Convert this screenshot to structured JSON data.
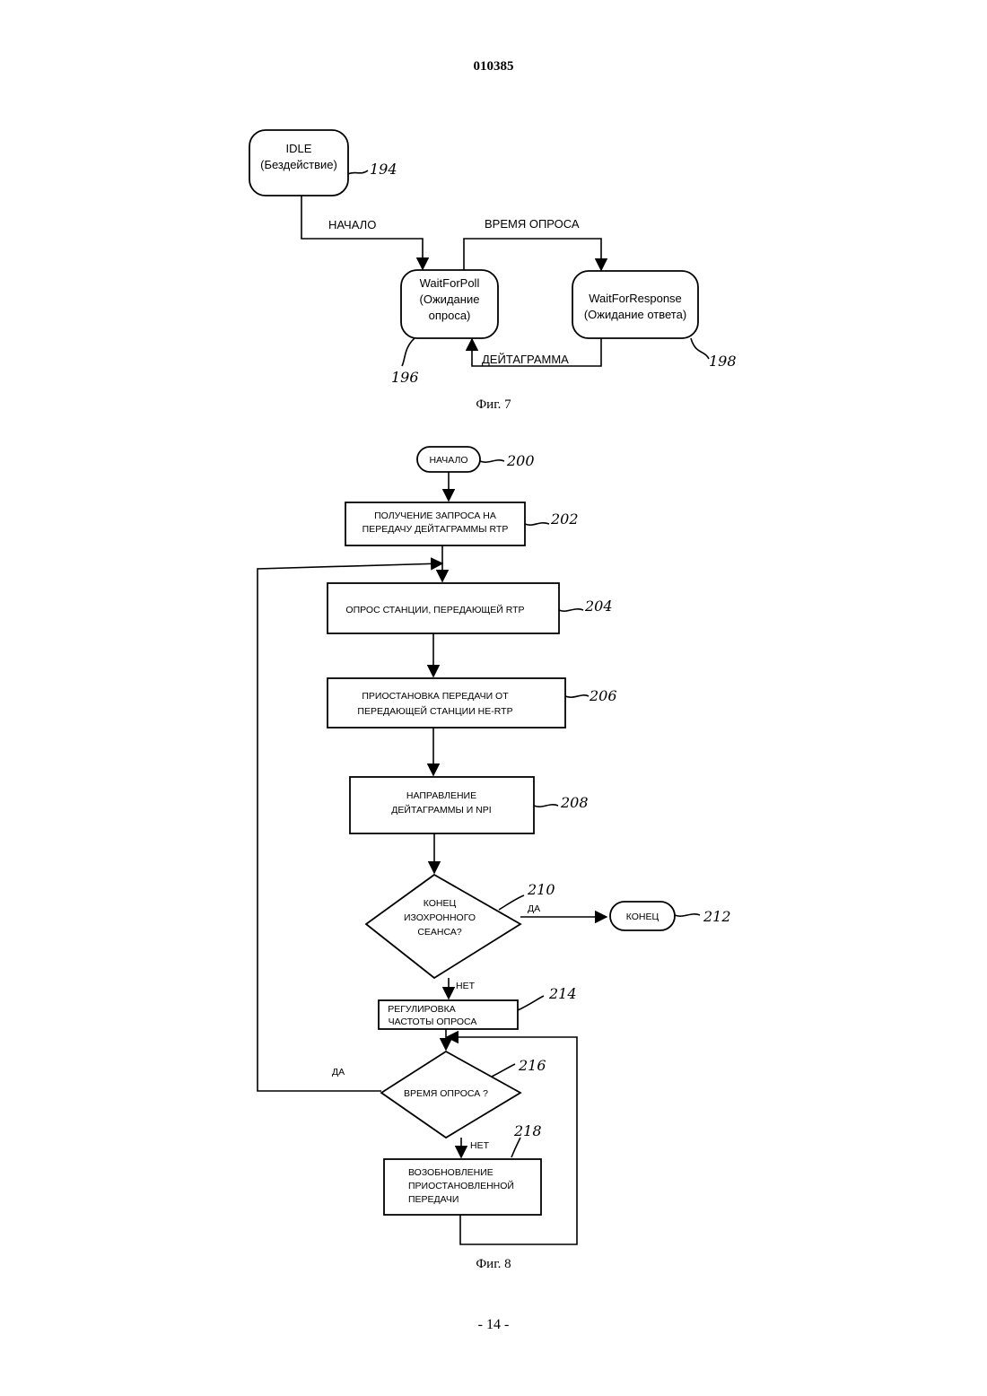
{
  "page_number": "010385",
  "page_footer": "- 14 -",
  "fig7": {
    "caption": "Фиг. 7",
    "states": [
      {
        "id": "idle",
        "lines": [
          "IDLE",
          "(Бездействие)"
        ],
        "ref": "194"
      },
      {
        "id": "waitforpoll",
        "lines": [
          "WaitForPoll",
          "(Ожидание",
          "опроса)"
        ],
        "ref": "196"
      },
      {
        "id": "waitforresponse",
        "lines": [
          "WaitForResponse",
          "(Ожидание ответа)"
        ],
        "ref": "198"
      }
    ],
    "transitions": [
      {
        "from": "idle",
        "to": "waitforpoll",
        "label": "НАЧАЛО"
      },
      {
        "from": "waitforpoll",
        "to": "waitforresponse",
        "label": "ВРЕМЯ ОПРОСА"
      },
      {
        "from": "waitforresponse",
        "to": "waitforpoll",
        "label": "ДЕЙТАГРАММА"
      }
    ]
  },
  "fig8": {
    "caption": "Фиг. 8",
    "start": {
      "label": "НАЧАЛО",
      "ref": "200"
    },
    "steps": [
      {
        "lines": [
          "ПОЛУЧЕНИЕ ЗАПРОСА НА",
          "ПЕРЕДАЧУ ДЕЙТАГРАММЫ RTP"
        ],
        "ref": "202"
      },
      {
        "lines": [
          "ОПРОС СТАНЦИИ, ПЕРЕДАЮЩЕЙ RTP"
        ],
        "ref": "204"
      },
      {
        "lines": [
          "ПРИОСТАНОВКА ПЕРЕДАЧИ ОТ",
          "ПЕРЕДАЮЩЕЙ СТАНЦИИ  НЕ-RTP"
        ],
        "ref": "206"
      },
      {
        "lines": [
          "НАПРАВЛЕНИЕ",
          "ДЕЙТАГРАММЫ И NPI"
        ],
        "ref": "208"
      }
    ],
    "decision1": {
      "lines": [
        "КОНЕЦ",
        "ИЗОХРОННОГО",
        "СЕАНСА?"
      ],
      "ref": "210",
      "yes": "ДА",
      "no": "НЕТ"
    },
    "end": {
      "label": "КОНЕЦ",
      "ref": "212"
    },
    "adjust": {
      "lines": [
        "РЕГУЛИРОВКА",
        "ЧАСТОТЫ ОПРОСА"
      ],
      "ref": "214"
    },
    "decision2": {
      "lines": [
        "ВРЕМЯ ОПРОСА ?"
      ],
      "ref": "216",
      "yes": "ДА",
      "no": "НЕТ"
    },
    "resume": {
      "lines": [
        "ВОЗОБНОВЛЕНИЕ",
        "ПРИОСТАНОВЛЕННОЙ",
        "ПЕРЕДАЧИ"
      ],
      "ref": "218"
    }
  }
}
